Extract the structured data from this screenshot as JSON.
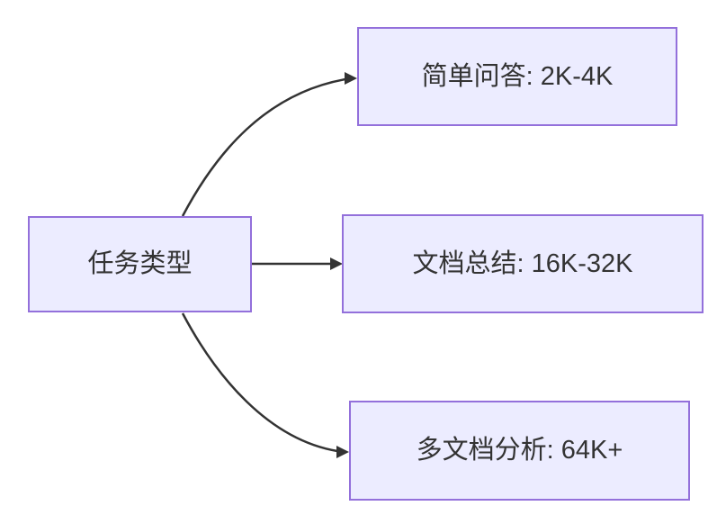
{
  "diagram": {
    "type": "flowchart-left-to-right",
    "colors": {
      "node_fill": "#ECECFF",
      "node_border": "#9370DB",
      "edge": "#333333",
      "text": "#333333",
      "background": "#ffffff"
    },
    "root": {
      "id": "task-type",
      "label": "任务类型"
    },
    "children": [
      {
        "id": "simple-qa",
        "label": "简单问答: 2K-4K"
      },
      {
        "id": "doc-summary",
        "label": "文档总结: 16K-32K"
      },
      {
        "id": "multi-doc",
        "label": "多文档分析: 64K+"
      }
    ],
    "edges": [
      {
        "from": "task-type",
        "to": "simple-qa"
      },
      {
        "from": "task-type",
        "to": "doc-summary"
      },
      {
        "from": "task-type",
        "to": "multi-doc"
      }
    ]
  }
}
